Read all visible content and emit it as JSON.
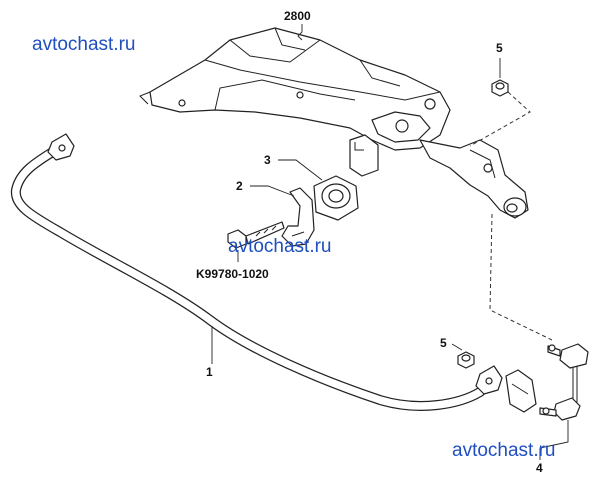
{
  "watermarks": [
    "avtochast.ru",
    "avtochast.ru",
    "avtochast.ru"
  ],
  "labels": {
    "frame": "2800",
    "nut_top": "5",
    "bushing": "3",
    "bracket": "2",
    "bolt_code": "K99780-1020",
    "stabilizer_bar": "1",
    "nut_bottom": "5",
    "link": "4"
  }
}
